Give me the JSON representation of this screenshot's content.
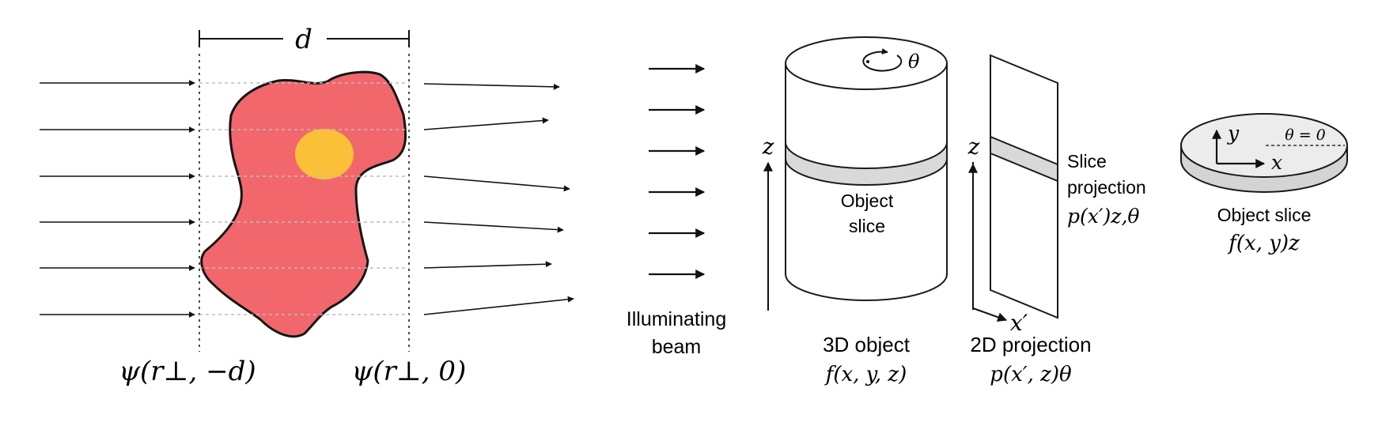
{
  "panel_a": {
    "width_label": "d",
    "input_field_label": "ψ(r⊥, −d)",
    "output_field_label": "ψ(r⊥, 0)",
    "colors": {
      "sample": "#f2676c",
      "inclusion": "#f9c038",
      "outline": "#1a1a1a"
    }
  },
  "panel_b": {
    "beam_label_line1": "Illuminating",
    "beam_label_line2": "beam",
    "rotation_label": "θ",
    "z_axis_label_object": "z",
    "object_slice_line1": "Object",
    "object_slice_line2": "slice",
    "object_title": "3D object",
    "object_formula": "f(x, y, z)",
    "z_axis_label_projection": "z",
    "x_prime_axis_label": "x′",
    "slice_projection_line1": "Slice",
    "slice_projection_line2": "projection",
    "slice_projection_formula": "p(x′)z,θ",
    "projection_title": "2D projection",
    "projection_formula": "p(x′, z)θ",
    "colors": {
      "slice": "#d9d9d9",
      "outline": "#1a1a1a"
    }
  },
  "panel_c": {
    "y_axis_label": "y",
    "x_axis_label": "x",
    "theta_zero_label": "θ = 0",
    "title": "Object slice",
    "formula": "f(x, y)z",
    "colors": {
      "disc_top": "#ececec",
      "disc_side": "#d4d4d4"
    }
  }
}
